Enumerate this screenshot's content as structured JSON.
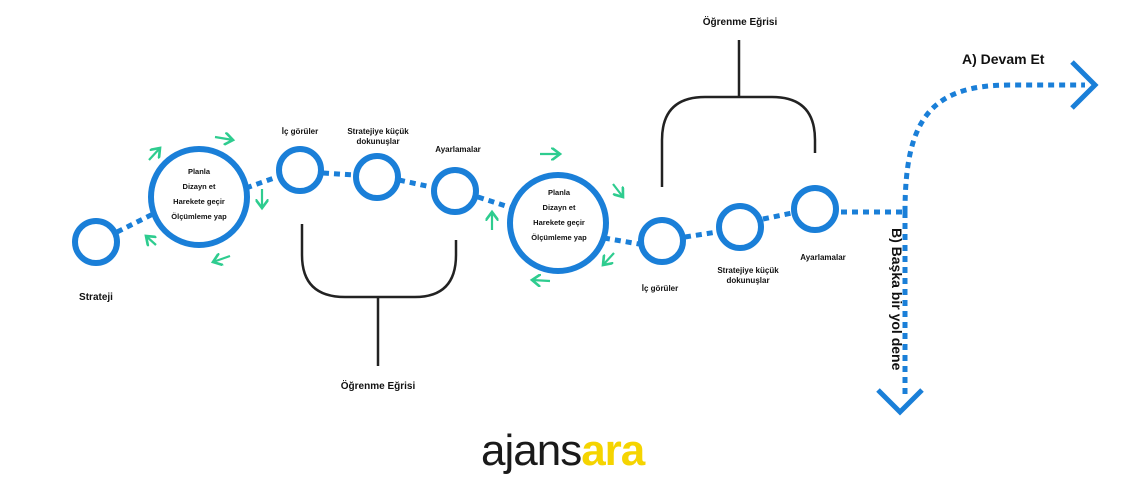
{
  "diagram": {
    "start_label": "Strateji",
    "cycle1": {
      "steps": [
        "Planla",
        "Dizayn et",
        "Harekete geçir",
        "Ölçümleme yap"
      ],
      "ic_goruler": "İç görüler",
      "strateji_line1": "Stratejiye  küçük",
      "strateji_line2": "dokunuşlar",
      "ayarlamalar": "Ayarlamalar"
    },
    "cycle2": {
      "steps": [
        "Planla",
        "Dizayn et",
        "Harekete geçir",
        "Ölçümleme yap"
      ],
      "ic_goruler": "İç görüler",
      "strateji_line1": "Stratejiye  küçük",
      "strateji_line2": "dokunuşlar",
      "ayarlamalar": "Ayarlamalar"
    },
    "learning_curve_bottom": "Öğrenme Eğrisi",
    "learning_curve_top": "Öğrenme Eğrisi",
    "option_a": "A) Devam Et",
    "option_b": "B) Başka bir yol dene"
  },
  "logo": {
    "part1": "ajans",
    "part2": "ara"
  },
  "colors": {
    "blue": "#1a7fd8",
    "green": "#2ecc8f",
    "bracket": "#222222",
    "logo_yellow": "#f5d400"
  }
}
